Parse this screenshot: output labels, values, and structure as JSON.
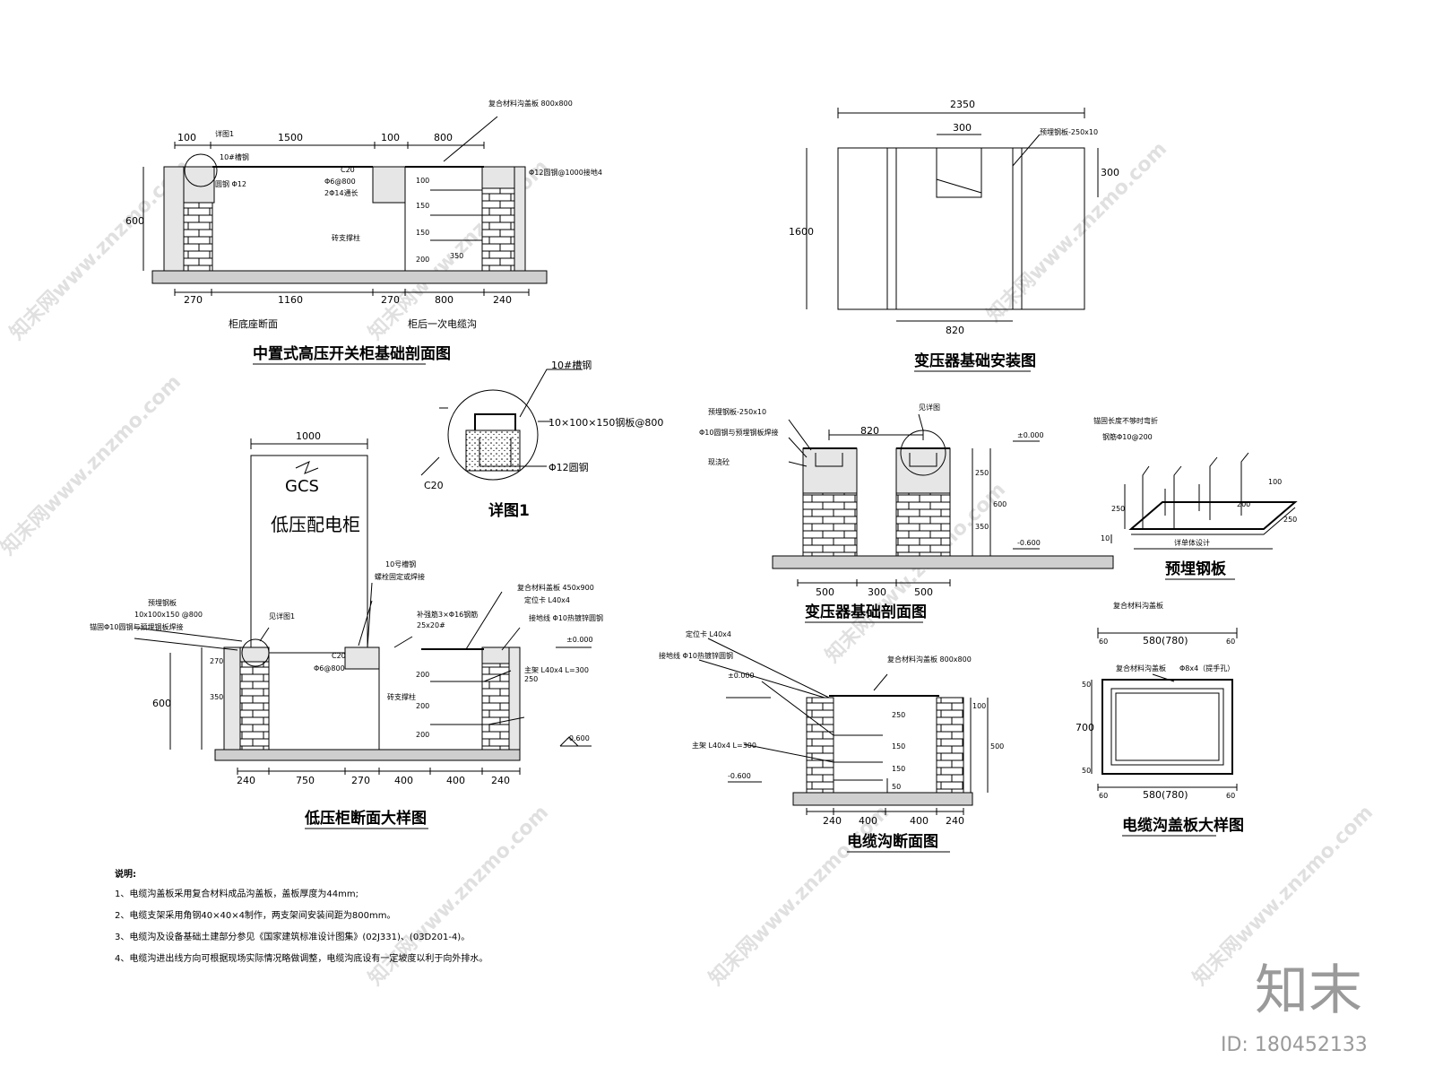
{
  "views": {
    "hv": {
      "title": "中置式高压开关柜基础剖面图",
      "sub_left": "柜底座断面",
      "sub_right": "柜后一次电缆沟",
      "top_dims": [
        "100",
        "1500",
        "100",
        "800"
      ],
      "bottom_dims": [
        "270",
        "1160",
        "270",
        "800",
        "240"
      ],
      "height": "600",
      "labels": [
        "复合材料沟盖板 800x800",
        "10#槽钢",
        "详图1",
        "圆钢 Φ12",
        "C20",
        "Φ6@800",
        "2Φ14通长",
        "砖支撑柱",
        "Φ12圆钢@1000接地4",
        "100",
        "150",
        "150",
        "200",
        "350"
      ]
    },
    "trans_plan": {
      "title": "变压器基础安装图",
      "width": "2350",
      "inner": "300",
      "depth": "1600",
      "side": "300",
      "bottom": "820",
      "label": "预埋钢板-250x10"
    },
    "detail1": {
      "title": "详图1",
      "labels": [
        "10#槽钢",
        "10×100×150钢板@800",
        "C20",
        "Φ12圆钢"
      ]
    },
    "lv": {
      "title": "低压柜断面大样图",
      "cabinet_code": "GCS",
      "cabinet_name": "低压配电柜",
      "width": "1000",
      "bottom_dims": [
        "240",
        "750",
        "270",
        "400",
        "400",
        "240"
      ],
      "height": "600",
      "labels": [
        "预埋钢板",
        "10x100x150 @800",
        "锚固Φ10圆钢与预埋钢板焊接",
        "见详图1",
        "10号槽钢",
        "螺栓固定或焊接",
        "复合材料盖板 450x900",
        "定位卡 L40x4",
        "接地线 Φ10热镀锌圆钢",
        "补强筋3×Φ16钢筋",
        "25x20#",
        "主架 L40x4 L=300",
        "砖支撑柱",
        "±0.000",
        "-0.600",
        "270",
        "350",
        "200",
        "200",
        "200",
        "250",
        "C20",
        "Φ6@800"
      ]
    },
    "trans_sec": {
      "title": "变压器基础剖面图",
      "labels": [
        "预埋钢板-250x10",
        "Φ10圆钢与预埋钢板焊接",
        "现浇砼",
        "见详图",
        "±0.000",
        "-0.600"
      ],
      "width": "820",
      "dims_bottom": [
        "500",
        "300",
        "500"
      ],
      "dims_side": [
        "250",
        "350",
        "600"
      ]
    },
    "plate": {
      "title": "预埋钢板",
      "labels": [
        "锚固长度不够时弯折",
        "钢筋Φ10@200",
        "详单体设计"
      ],
      "dims": [
        "250",
        "10",
        "200",
        "250",
        "100"
      ]
    },
    "trench": {
      "title": "电缆沟断面图",
      "labels": [
        "定位卡 L40x4",
        "接地线 Φ10热镀锌圆钢",
        "复合材料沟盖板 800x800",
        "±0.000",
        "主架 L40x4 L=300",
        "-0.600"
      ],
      "bottom_dims": [
        "240",
        "400",
        "400",
        "240"
      ],
      "side": [
        "100",
        "250",
        "150",
        "150",
        "50",
        "500"
      ]
    },
    "cover": {
      "title": "电缆沟盖板大样图",
      "labels": [
        "复合材料沟盖板",
        "复合材料沟盖板",
        "Φ8x4（提手孔）"
      ],
      "top_dims": [
        "60",
        "580(780)",
        "60"
      ],
      "bottom_dims": [
        "60",
        "580(780)",
        "60"
      ],
      "side_dims": [
        "50",
        "700",
        "50"
      ]
    }
  },
  "notes": {
    "heading": "说明:",
    "items": [
      "1、电缆沟盖板采用复合材料成品沟盖板，盖板厚度为44mm;",
      "2、电缆支架采用角钢40×40×4制作，两支架间安装间距为800mm。",
      "3、电缆沟及设备基础土建部分参见《国家建筑标准设计图集》(02J331)、(03D201-4)。",
      "4、电缆沟进出线方向可根据现场实际情况略做调整，电缆沟底设有一定坡度以利于向外排水。"
    ]
  },
  "watermark": {
    "text": "知末网www.znzmo.com",
    "logo": "知末",
    "id": "ID: 180452133"
  }
}
